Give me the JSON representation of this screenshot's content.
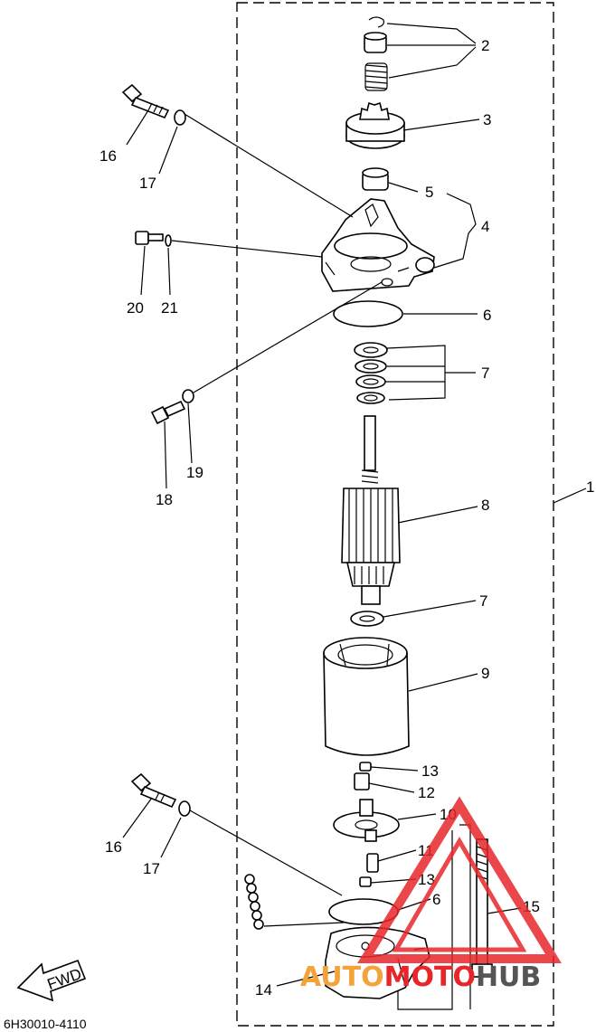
{
  "diagram_code": "6H30010-4110",
  "fwd_label": "FWD",
  "watermark": {
    "part1": "AUTO",
    "part2": "MOTO",
    "part3": "HUB",
    "color1": "#f4a23a",
    "color2": "#e8262a",
    "color3": "#555555"
  },
  "callouts": {
    "c1": "1",
    "c2": "2",
    "c3": "3",
    "c4": "4",
    "c5": "5",
    "c6a": "6",
    "c7a": "7",
    "c8": "8",
    "c7b": "7",
    "c9": "9",
    "c13a": "13",
    "c12": "12",
    "c10": "10",
    "c11": "11",
    "c13b": "13",
    "c6b": "6",
    "c15": "15",
    "c14": "14",
    "c16a": "16",
    "c17a": "17",
    "c20": "20",
    "c21": "21",
    "c19": "19",
    "c18": "18",
    "c16b": "16",
    "c17b": "17"
  }
}
